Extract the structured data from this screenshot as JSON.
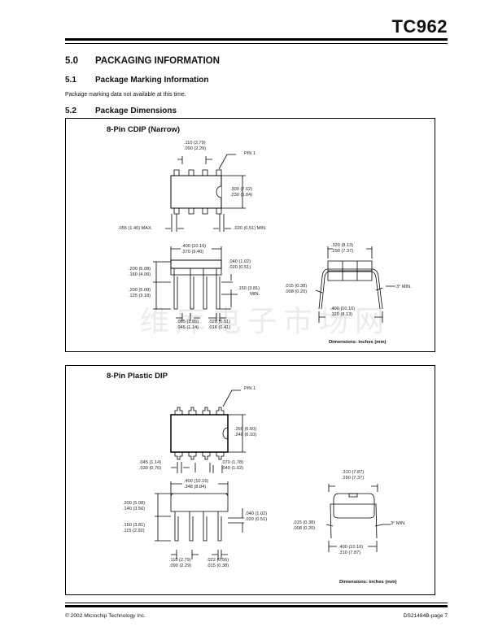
{
  "header": {
    "part_number": "TC962"
  },
  "sections": {
    "s50": {
      "number": "5.0",
      "title": "PACKAGING INFORMATION"
    },
    "s51": {
      "number": "5.1",
      "title": "Package Marking Information",
      "body": "Package marking data not available at this time."
    },
    "s52": {
      "number": "5.2",
      "title": "Package Dimensions"
    }
  },
  "cdip": {
    "title": "8-Pin CDIP (Narrow)",
    "pin1_label": "PIN 1",
    "pin_pitch": [
      ".110 (2.79)",
      ".090 (2.29)"
    ],
    "body_width": [
      ".300 (7.62)",
      ".230 (5.84)"
    ],
    "end_max": ".055 (1.40) MAX.",
    "end_min": ".020 (0.51) MIN.",
    "row_spacing": [
      ".400 (10.16)",
      ".370 (9.40)"
    ],
    "seat_height": [
      ".040 (1.02)",
      ".020 (0.51)"
    ],
    "body_height": [
      ".200 (5.08)",
      ".160 (4.06)"
    ],
    "lead_length": [
      ".200 (5.08)",
      ".125 (3.18)"
    ],
    "standoff": [
      ".150 (3.81)",
      "MIN."
    ],
    "shoulder_width": [
      ".065 (1.65)",
      ".045 (1.14)"
    ],
    "lead_width": [
      ".020 (0.51)",
      ".016 (0.41)"
    ],
    "end_width": [
      ".320 (8.13)",
      ".290 (7.37)"
    ],
    "lead_thickness": [
      ".015 (0.38)",
      ".008 (0.20)"
    ],
    "angle": "3° MIN.",
    "lead_span": [
      ".400 (10.16)",
      ".320 (8.13)"
    ],
    "units_note": "Dimensions: inches (mm)"
  },
  "pdip": {
    "title": "8-Pin Plastic DIP",
    "pin1_label": "PIN 1",
    "body_width": [
      ".260 (6.60)",
      ".240 (6.10)"
    ],
    "end_left": [
      ".045 (1.14)",
      ".030 (0.76)"
    ],
    "end_right": [
      ".070 (1.78)",
      ".040 (1.02)"
    ],
    "row_spacing": [
      ".400 (10.16)",
      ".348 (8.84)"
    ],
    "body_height": [
      ".200 (5.08)",
      ".140 (3.56)"
    ],
    "lead_length": [
      ".150 (3.81)",
      ".115 (2.92)"
    ],
    "seat_height": [
      ".040 (1.02)",
      ".020 (0.51)"
    ],
    "pin_pitch": [
      ".110 (2.79)",
      ".090 (2.29)"
    ],
    "lead_width": [
      ".022 (0.56)",
      ".015 (0.38)"
    ],
    "end_width": [
      ".310 (7.87)",
      ".290 (7.37)"
    ],
    "lead_thickness": [
      ".015 (0.38)",
      ".008 (0.20)"
    ],
    "angle": "3° MIN.",
    "lead_span": [
      ".400 (10.16)",
      ".310 (7.87)"
    ],
    "units_note": "Dimensions: inches (mm)"
  },
  "watermark": "维库电子市场网",
  "footer": {
    "copyright": "© 2002 Microchip Technology Inc.",
    "page_ref": "DS21484B-page 7"
  }
}
